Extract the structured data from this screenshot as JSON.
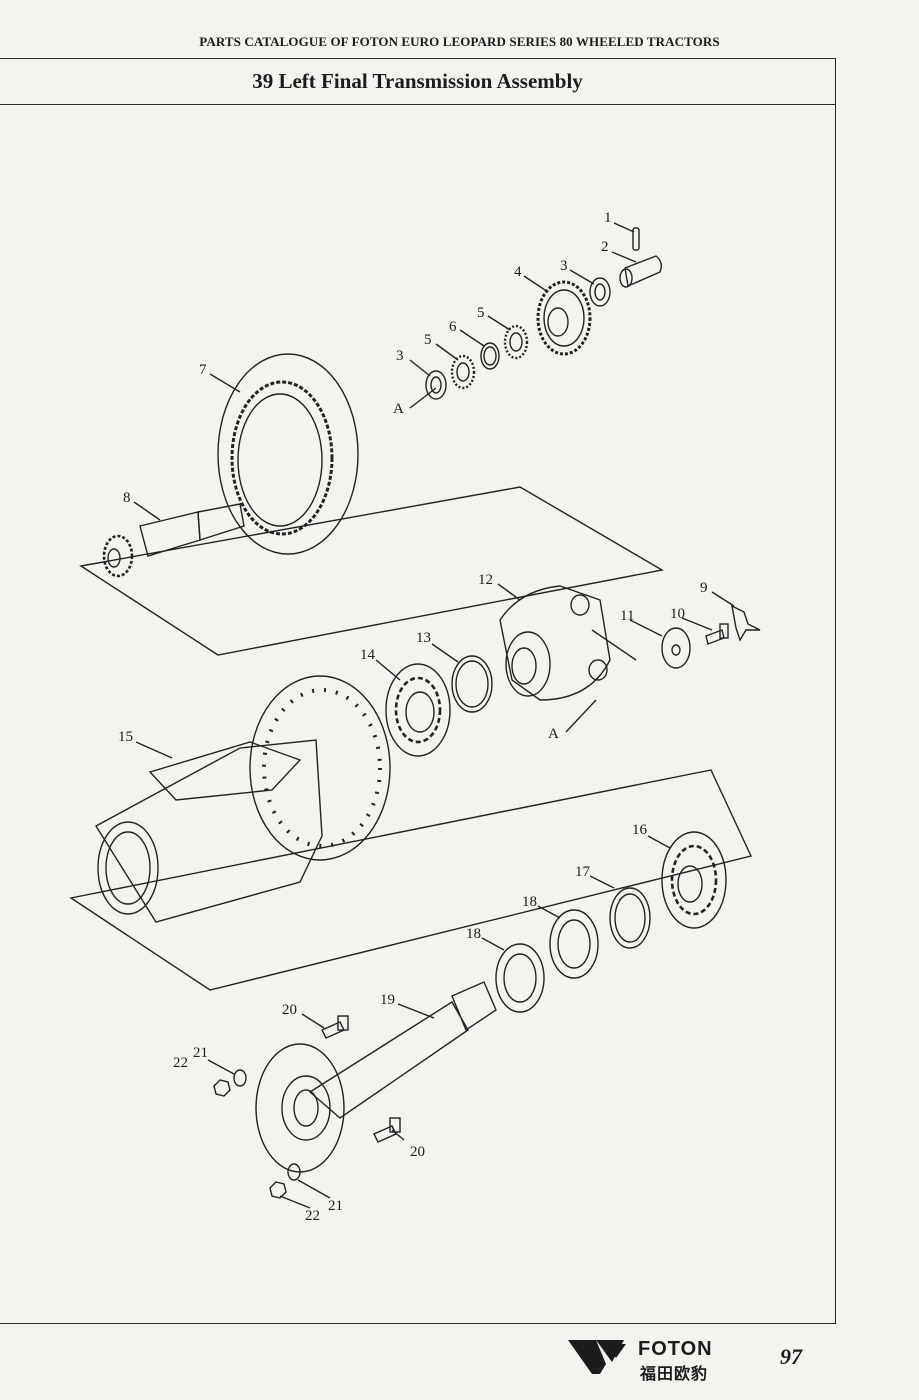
{
  "header": {
    "catalogue_title": "PARTS CATALOGUE OF FOTON EURO LEOPARD SERIES 80 WHEELED TRACTORS"
  },
  "section": {
    "title": "39  Left Final Transmission Assembly"
  },
  "callouts": [
    "1",
    "2",
    "3",
    "4",
    "3",
    "5",
    "6",
    "5",
    "7",
    "8",
    "12",
    "9",
    "11",
    "10",
    "13",
    "14",
    "15",
    "16",
    "17",
    "18",
    "18",
    "19",
    "20",
    "21",
    "22",
    "20",
    "21",
    "22"
  ],
  "section_marks": [
    "A",
    "A"
  ],
  "footer": {
    "brand": "FOTON",
    "brand_cn": "福田欧豹",
    "page_number": "97"
  }
}
